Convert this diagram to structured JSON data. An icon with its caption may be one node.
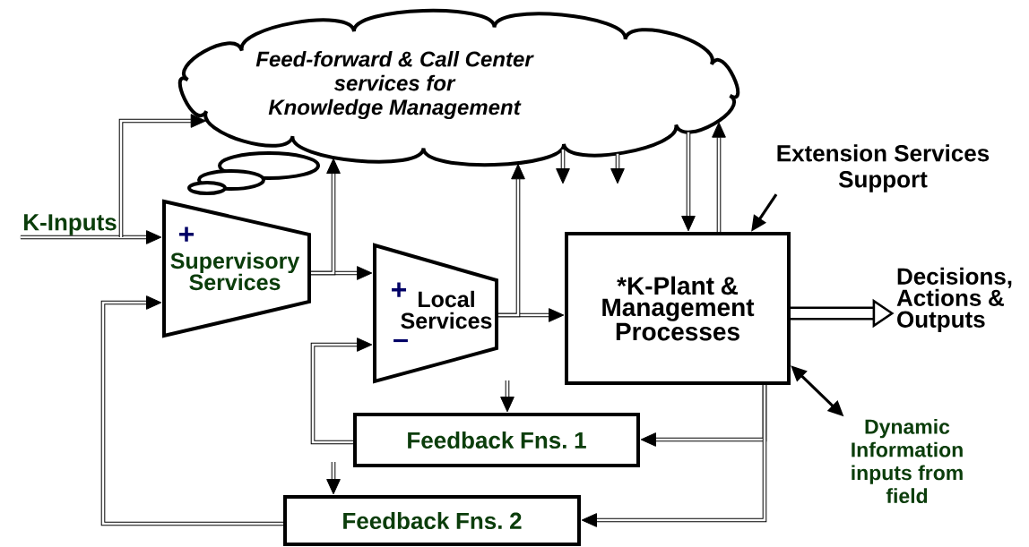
{
  "diagram": {
    "nodes": [
      {
        "text": [
          "Feed-forward & Call Center services for Knowledge Management"
        ]
      },
      {
        "text": [
          "K-Inputs"
        ]
      },
      {
        "text": [
          "+",
          "Supervisory Services"
        ]
      },
      {
        "text": [
          "+",
          "Local Services",
          "–"
        ]
      },
      {
        "text": [
          "*K-Plant & Management Processes"
        ]
      },
      {
        "text": [
          "Extension Services Support"
        ]
      },
      {
        "text": [
          "Decisions, Actions & Outputs"
        ]
      },
      {
        "text": [
          "Dynamic Information inputs from field"
        ]
      },
      {
        "text": [
          "Feedback Fns. 1"
        ]
      },
      {
        "text": [
          "Feedback Fns. 2"
        ]
      }
    ],
    "edges": [
      {
        "from": 1,
        "to": 2,
        "arrow": "to"
      },
      {
        "from": 1,
        "to": 0,
        "arrow": "to"
      },
      {
        "from": 2,
        "to": 3,
        "arrow": "to"
      },
      {
        "from": 2,
        "to": 0,
        "arrow": "to"
      },
      {
        "from": 3,
        "to": 4,
        "arrow": "to"
      },
      {
        "from": 3,
        "to": 0,
        "arrow": "to"
      },
      {
        "from": 0,
        "to": 4,
        "arrow": "to"
      },
      {
        "from": 4,
        "to": 0,
        "arrow": "to"
      },
      {
        "from": 5,
        "to": 4,
        "arrow": "to"
      },
      {
        "from": 4,
        "to": 6,
        "arrow": "to",
        "style": "thick"
      },
      {
        "from": 4,
        "to": 7,
        "arrow": "both"
      },
      {
        "from": 4,
        "to": 8,
        "arrow": "to"
      },
      {
        "from": 4,
        "to": 9,
        "arrow": "to"
      },
      {
        "from": 8,
        "to": 3,
        "arrow": "to"
      },
      {
        "from": 9,
        "to": 2,
        "arrow": "to"
      },
      {
        "from": 0,
        "to": null,
        "arrow": "to"
      },
      {
        "from": 0,
        "to": null,
        "arrow": "to"
      },
      {
        "from": null,
        "to": 8,
        "arrow": "to"
      },
      {
        "from": null,
        "to": 9,
        "arrow": "to"
      }
    ]
  }
}
